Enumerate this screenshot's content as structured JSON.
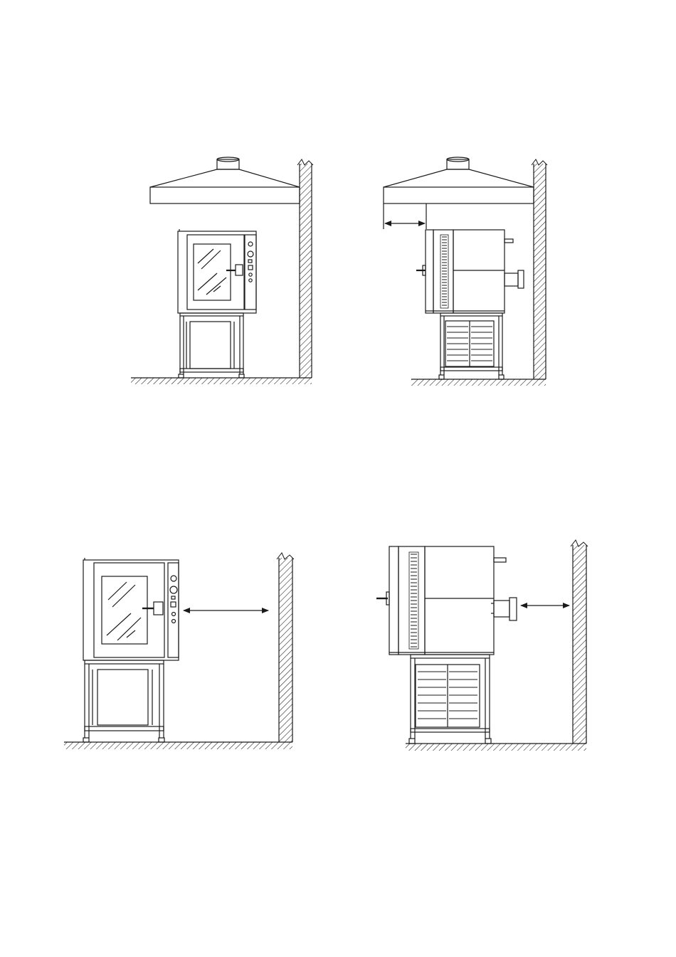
{
  "colors": {
    "ink": "#1a1a1a",
    "paper": "#ffffff",
    "hatch": "#1a1a1a"
  },
  "figures": [
    {
      "id": "front-view-with-hood",
      "view": "front",
      "hood": true,
      "clearance_arrow": "none"
    },
    {
      "id": "side-view-with-hood",
      "view": "side",
      "hood": true,
      "clearance_arrow": "hood-overhang"
    },
    {
      "id": "front-view-wall-clearance",
      "view": "front",
      "hood": false,
      "clearance_arrow": "wall-side"
    },
    {
      "id": "side-view-wall-clearance",
      "view": "side",
      "hood": false,
      "clearance_arrow": "wall-rear"
    }
  ]
}
